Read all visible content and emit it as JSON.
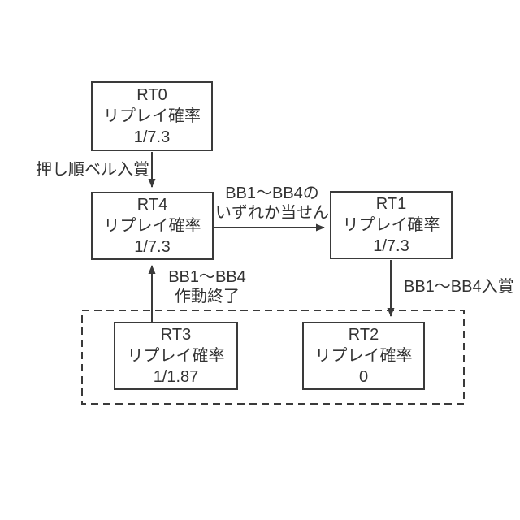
{
  "nodes": {
    "rt0": {
      "name": "RT0",
      "label": "リプレイ確率",
      "value": "1/7.3"
    },
    "rt4": {
      "name": "RT4",
      "label": "リプレイ確率",
      "value": "1/7.3"
    },
    "rt1": {
      "name": "RT1",
      "label": "リプレイ確率",
      "value": "1/7.3"
    },
    "rt3": {
      "name": "RT3",
      "label": "リプレイ確率",
      "value": "1/1.87"
    },
    "rt2": {
      "name": "RT2",
      "label": "リプレイ確率",
      "value": "0"
    }
  },
  "edges": {
    "rt0_to_rt4": {
      "label": "押し順ベル入賞"
    },
    "rt4_to_rt1": {
      "line1": "BB1～BB4の",
      "line2": "いずれか当せん"
    },
    "rt1_to_rt2": {
      "label": "BB1～BB4入賞"
    },
    "rt3_to_rt4": {
      "line1": "BB1～BB4",
      "line2": "作動終了"
    }
  },
  "colors": {
    "line": "#3a3a3a",
    "text": "#333333",
    "background": "#ffffff"
  }
}
